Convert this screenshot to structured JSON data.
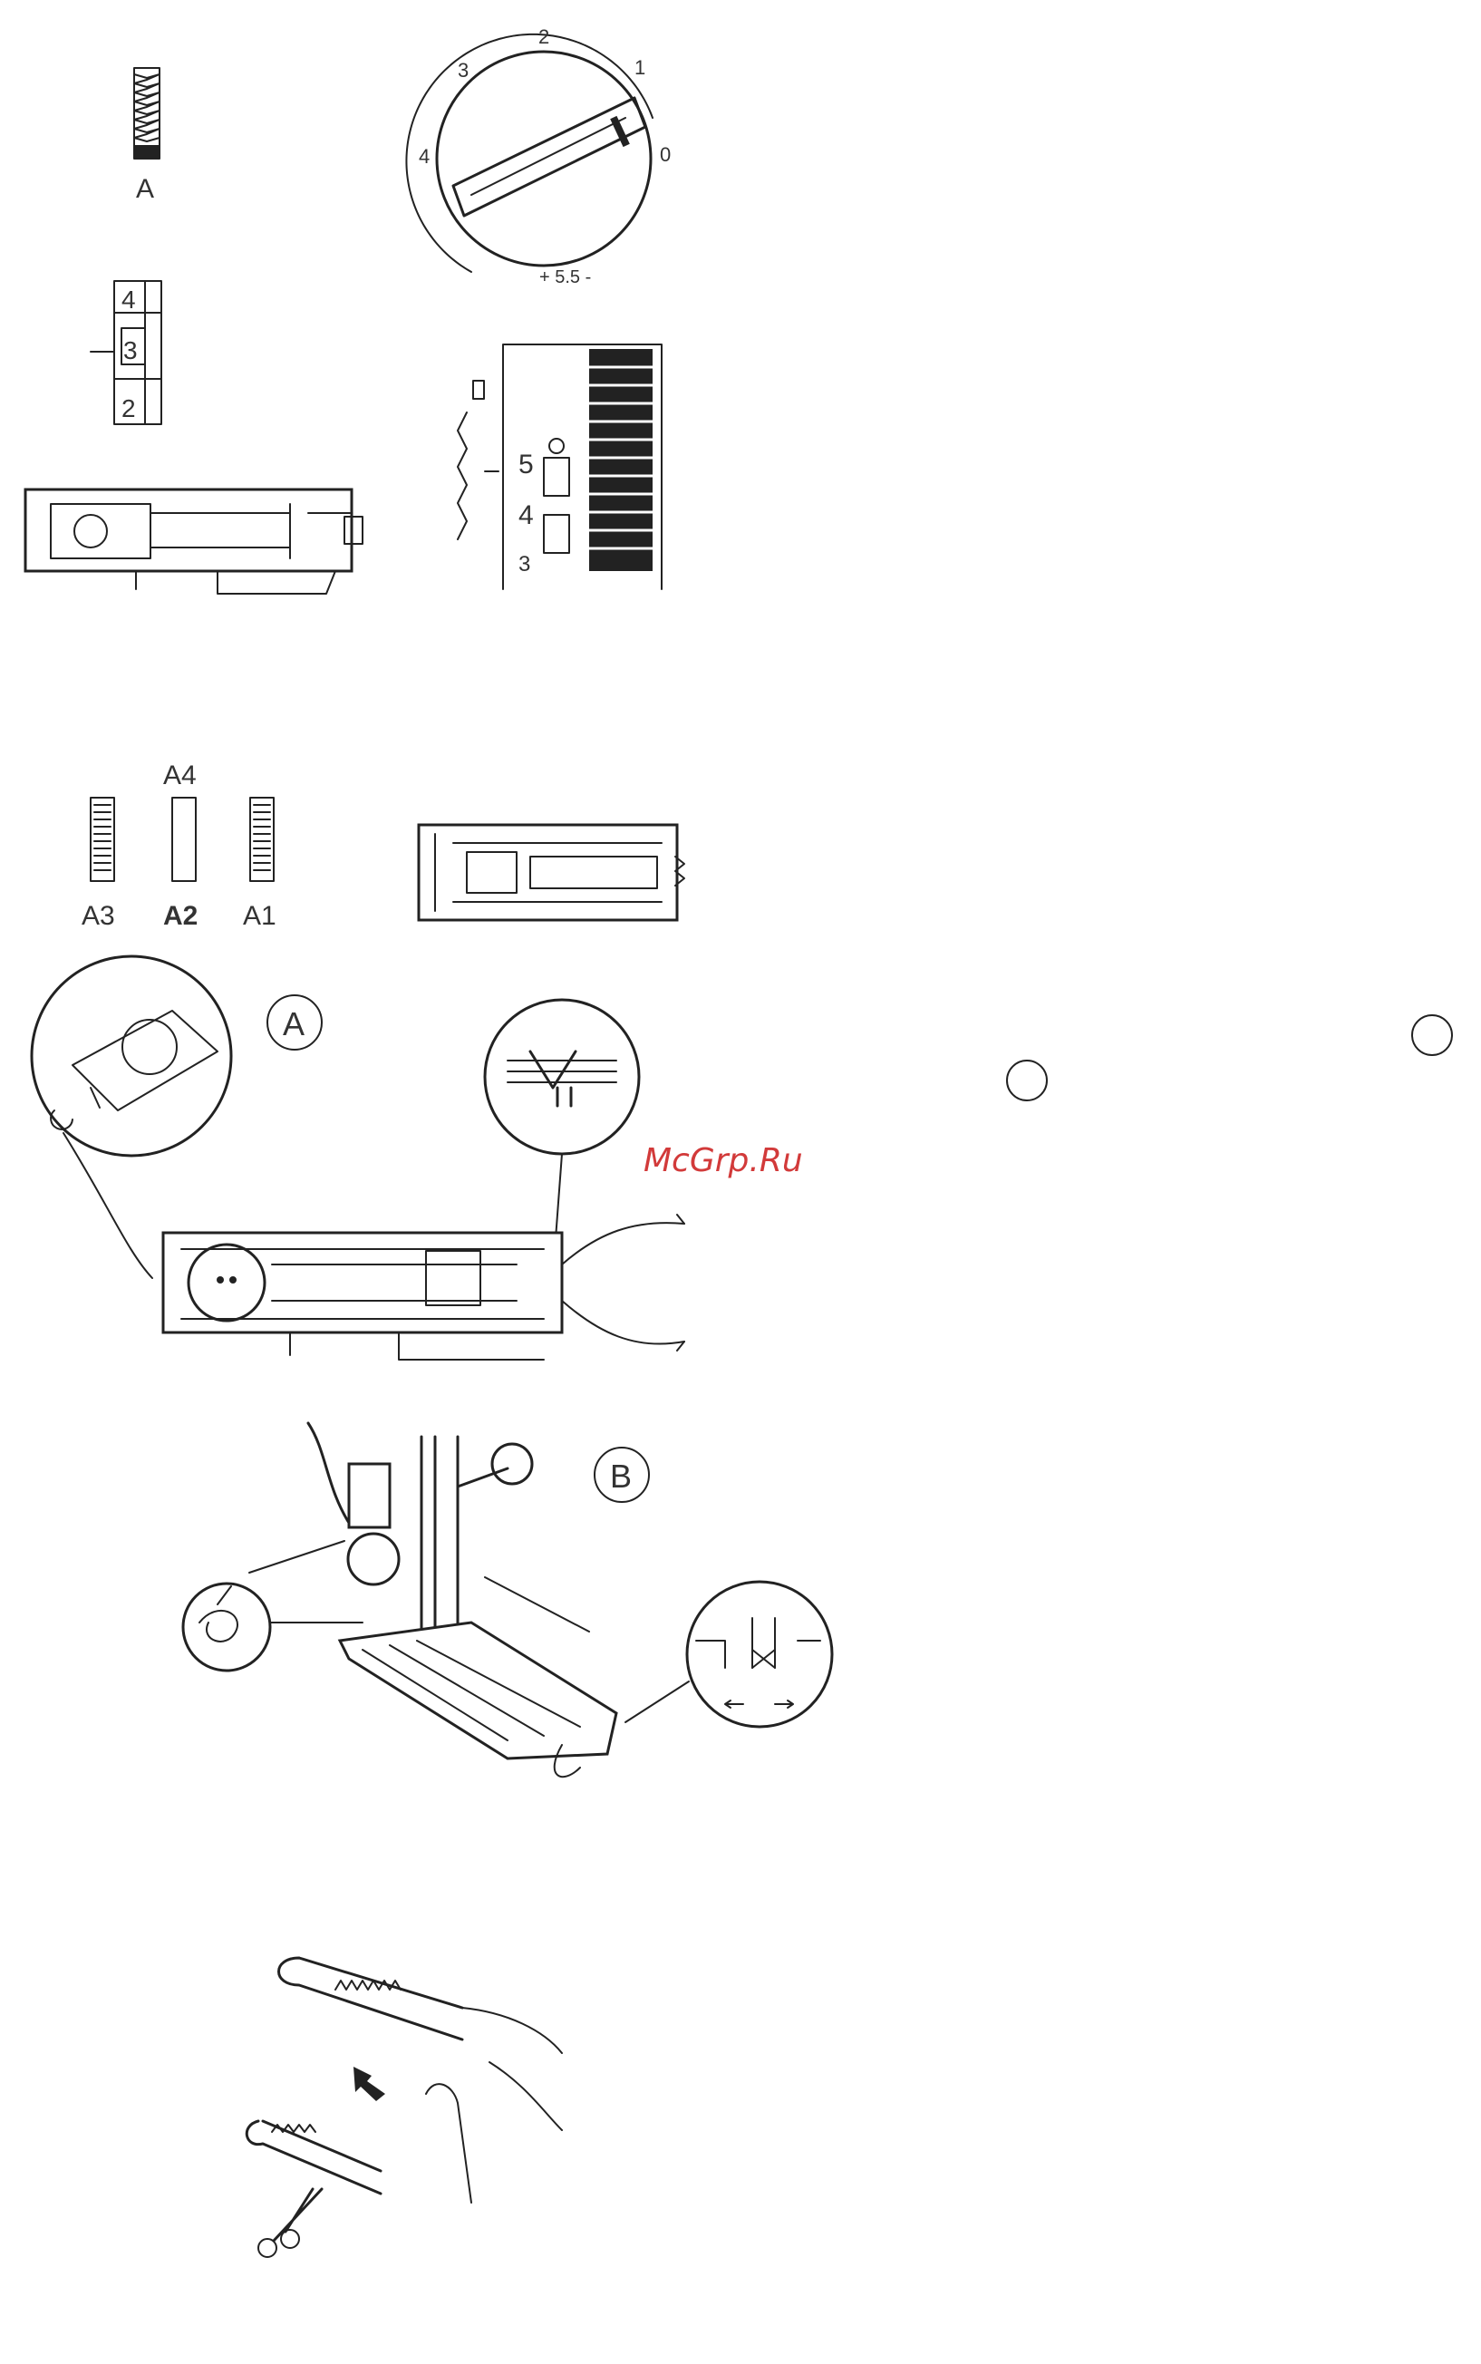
{
  "figures": {
    "stitch_a": {
      "label": "A"
    },
    "dial": {
      "numbers": [
        "2",
        "3",
        "4",
        "1",
        "0"
      ],
      "range_label": "+ 5.5 -"
    },
    "scale_left": {
      "numbers": [
        "4",
        "3",
        "2"
      ]
    },
    "selector_window": {
      "numbers": [
        "5",
        "4",
        "3"
      ]
    },
    "buttonhole_types": {
      "top_label": "A4",
      "labels": [
        "A3",
        "A2",
        "A1"
      ]
    },
    "step_a": {
      "badge": "A"
    },
    "step_b": {
      "badge": "B"
    }
  },
  "watermark": "McGrp.Ru"
}
